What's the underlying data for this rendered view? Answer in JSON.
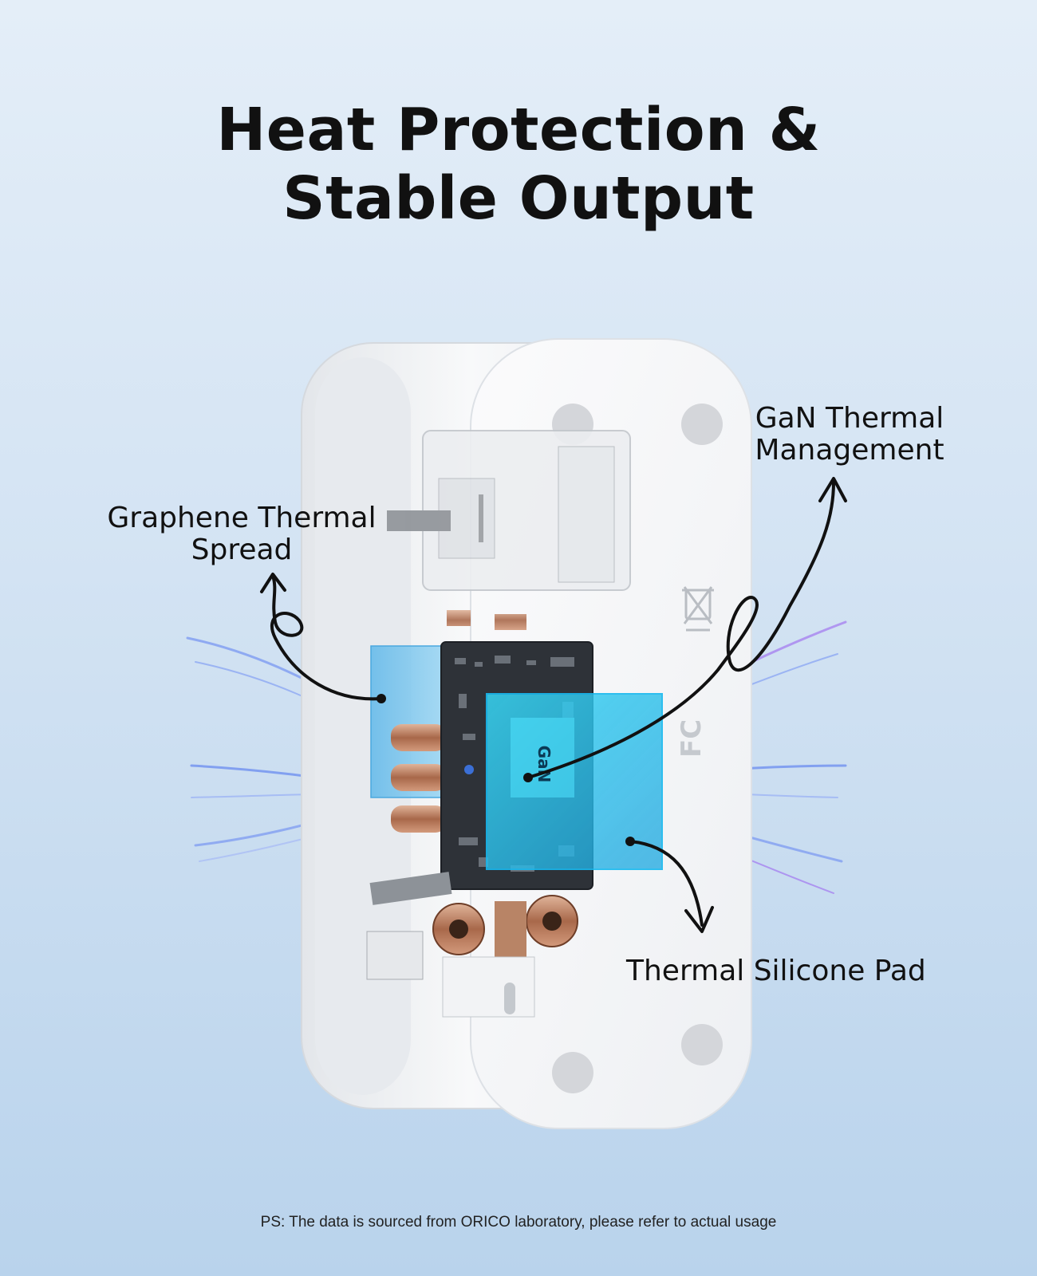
{
  "title": {
    "line1": "Heat Protection &",
    "line2": "Stable Output"
  },
  "callouts": {
    "graphene": {
      "line1": "Graphene Thermal",
      "line2": "Spread"
    },
    "gan": {
      "line1": "GaN Thermal",
      "line2": "Management"
    },
    "silicone": {
      "line1": "Thermal Silicone Pad"
    }
  },
  "chip_marking": "GaN",
  "footnote": "PS: The data is sourced from ORICO laboratory, please refer to actual usage",
  "colors": {
    "accent_cyan": "#2fd0f0",
    "airflow_blue": "#6a8cf0",
    "airflow_violet": "#a57ef0",
    "text": "#111111"
  },
  "icons": [
    "fcc-mark-icon",
    "weee-bin-icon"
  ]
}
